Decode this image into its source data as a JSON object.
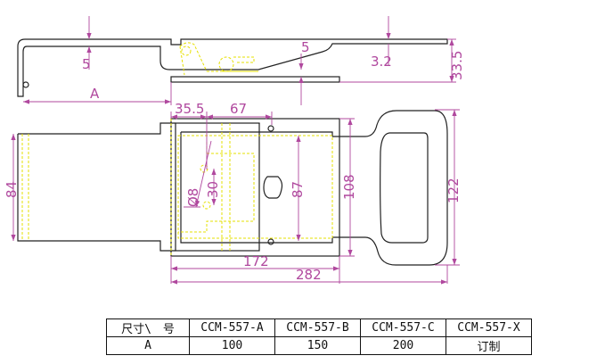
{
  "drawing": {
    "top_view": {
      "dim_thickness_left": "5",
      "dim_length_a": "A",
      "dim_gap": "5",
      "dim_thickness_right": "3.2",
      "dim_height": "33.5"
    },
    "plan_view": {
      "dim_35_5": "35.5",
      "dim_67": "67",
      "dim_84": "84",
      "dim_87": "87",
      "dim_108": "108",
      "dim_122": "122",
      "dim_172": "172",
      "dim_282": "282",
      "dim_hole_dia": "Ø8",
      "dim_30": "30"
    },
    "colors": {
      "outline": "#222222",
      "hidden": "#e6e000",
      "dimension": "#b0489e"
    }
  },
  "table": {
    "header": [
      "尺寸\\　号",
      "CCM-557-A",
      "CCM-557-B",
      "CCM-557-C",
      "CCM-557-X"
    ],
    "rows": [
      [
        "A",
        "100",
        "150",
        "200",
        "订制"
      ]
    ]
  }
}
